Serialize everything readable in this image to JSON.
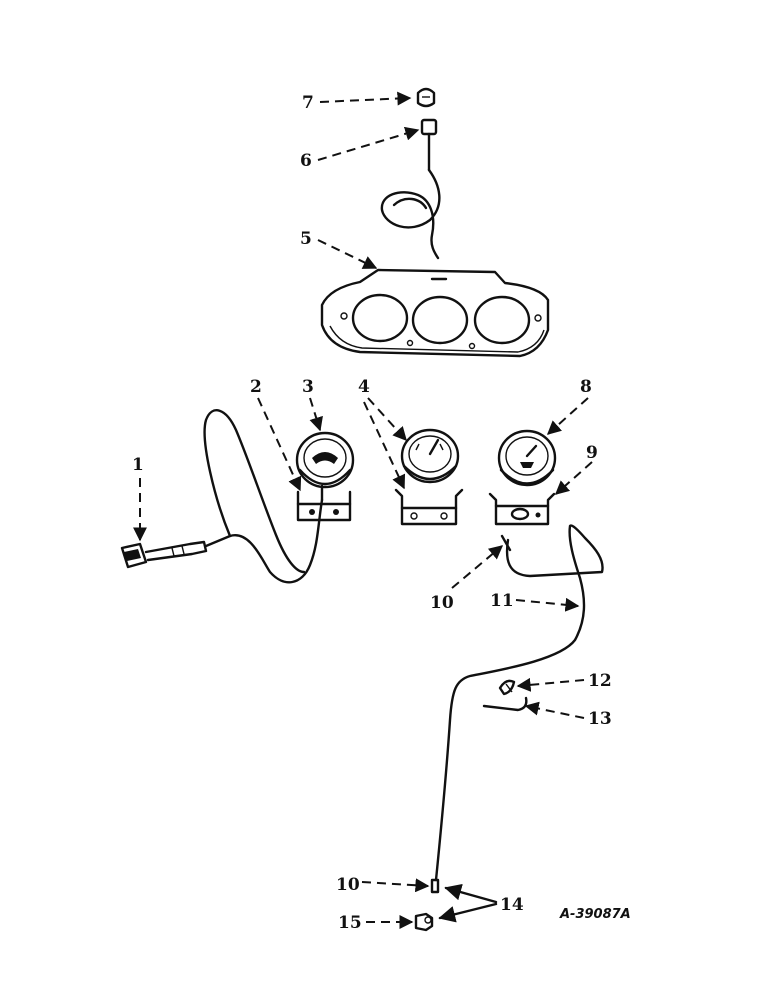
{
  "diagram": {
    "callouts": [
      {
        "id": "c1",
        "label": "1"
      },
      {
        "id": "c2",
        "label": "2"
      },
      {
        "id": "c3",
        "label": "3"
      },
      {
        "id": "c4",
        "label": "4"
      },
      {
        "id": "c5",
        "label": "5"
      },
      {
        "id": "c6",
        "label": "6"
      },
      {
        "id": "c7",
        "label": "7"
      },
      {
        "id": "c8",
        "label": "8"
      },
      {
        "id": "c9",
        "label": "9"
      },
      {
        "id": "c10a",
        "label": "10"
      },
      {
        "id": "c11",
        "label": "11"
      },
      {
        "id": "c12",
        "label": "12"
      },
      {
        "id": "c13",
        "label": "13"
      },
      {
        "id": "c10b",
        "label": "10"
      },
      {
        "id": "c14",
        "label": "14"
      },
      {
        "id": "c15",
        "label": "15"
      }
    ],
    "reference_code": "A-39087A",
    "colors": {
      "ink": "#111111",
      "paper": "#ffffff"
    }
  }
}
